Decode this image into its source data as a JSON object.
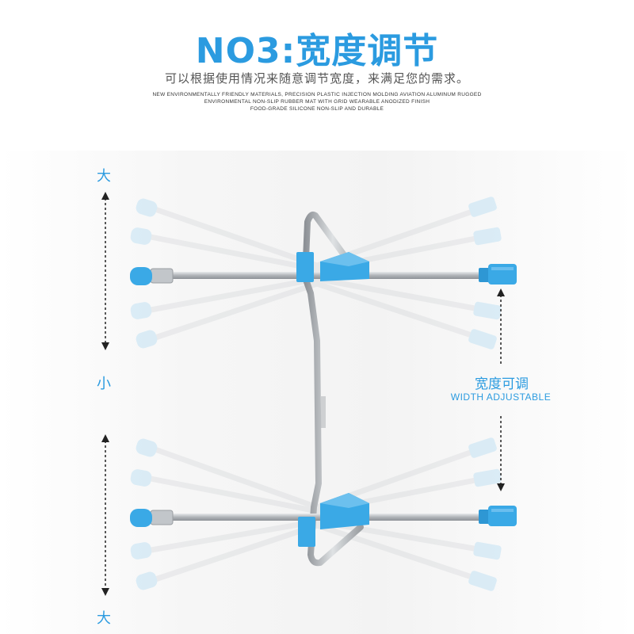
{
  "header": {
    "title": "NO3:宽度调节",
    "subtitle": "可以根据使用情况来随意调节宽度，来满足您的需求。",
    "desc_lines": [
      "NEW ENVIRONMENTALLY FRIENDLY MATERIALS, PRECISION PLASTIC INJECTION MOLDING AVIATION ALUMINUM RUGGED",
      "ENVIRONMENTAL NON-SLIP RUBBER MAT WITH GRID WEARABLE ANODIZED FINISH",
      "FOOD-GRADE SILICONE NON-SLIP AND DURABLE"
    ]
  },
  "labels": {
    "top_large": "大",
    "middle_small": "小",
    "bottom_large": "大",
    "adjust_cn": "宽度可调",
    "adjust_en": "WIDTH ADJUSTABLE"
  },
  "colors": {
    "accent": "#2b9be0",
    "cap_blue": "#3aa9e6",
    "metal": "#b8bcc0"
  }
}
